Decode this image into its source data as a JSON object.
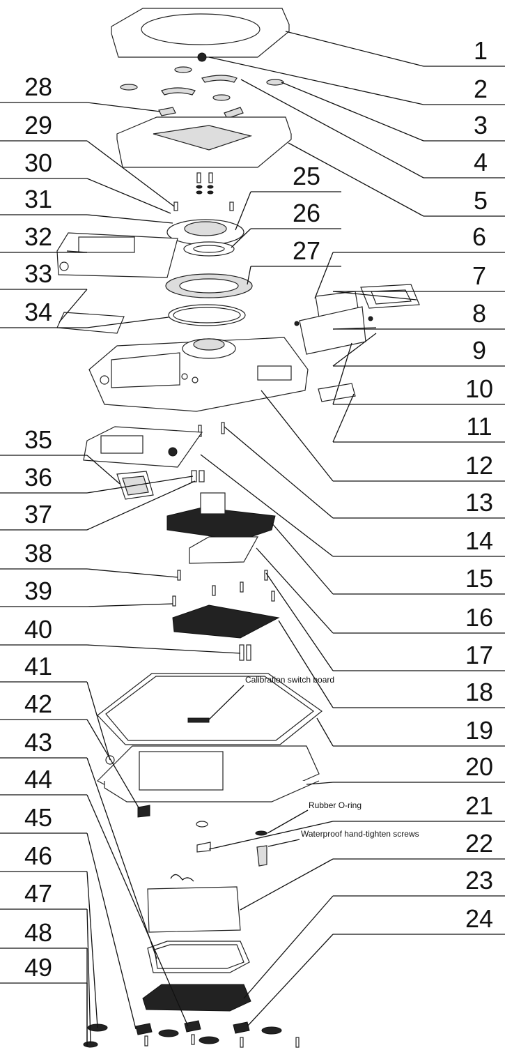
{
  "callouts": [
    "1",
    "2",
    "3",
    "4",
    "5",
    "6",
    "7",
    "8",
    "9",
    "10",
    "11",
    "12",
    "13",
    "14",
    "15",
    "16",
    "17",
    "18",
    "19",
    "20",
    "21",
    "22",
    "23",
    "24",
    "25",
    "26",
    "27",
    "28",
    "29",
    "30",
    "31",
    "32",
    "33",
    "34",
    "35",
    "36",
    "37",
    "38",
    "39",
    "40",
    "41",
    "42",
    "43",
    "44",
    "45",
    "46",
    "47",
    "48",
    "49"
  ],
  "annotations": {
    "calibration": "Calibration switch board",
    "oring": "Rubber O-ring",
    "screws": "Waterproof hand-tighten screws"
  }
}
